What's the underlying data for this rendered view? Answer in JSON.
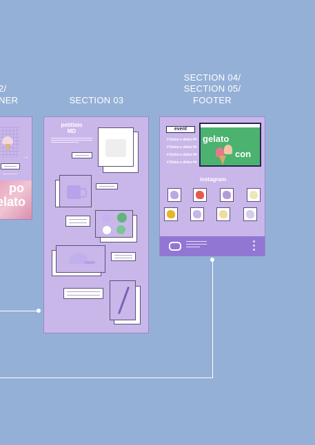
{
  "labels": {
    "section02": "2/",
    "banner": "NER",
    "section03": "SECTION 03",
    "section04": "SECTION 04/",
    "section05": "SECTION 05/",
    "footer": "FOOTER"
  },
  "left_panel": {
    "word1": "po",
    "word2": "elato"
  },
  "section03_panel": {
    "title_line1": "petitlato",
    "title_line2": "MD"
  },
  "section04_panel": {
    "event_label": "event",
    "dolce_lines": [
      "# Dolce e dolce ##",
      "# Dolce e dolce ##",
      "# Dolce e dolce ##",
      "# Dolce e dolce ##"
    ],
    "gelato_word": "gelato",
    "con_word": "con",
    "instagram_label": "instagram"
  },
  "colors": {
    "background": "#95b0d6",
    "panel": "#c9b7ea",
    "footer": "#9177d3",
    "tiles": [
      "#b9a8e6",
      "#e45a4b",
      "#b19cd9",
      "#efe6b8",
      "#e8b52a",
      "#c5b6ea",
      "#f0dca0",
      "#d6ccef"
    ]
  }
}
